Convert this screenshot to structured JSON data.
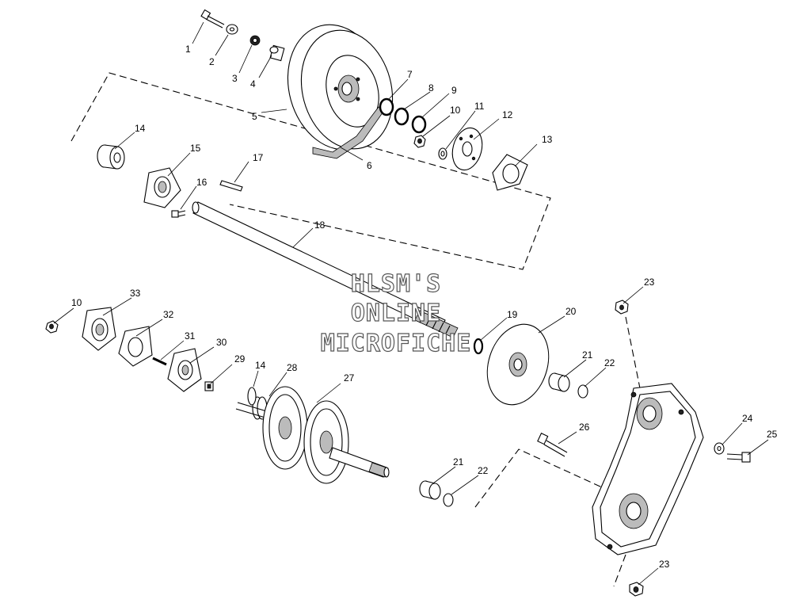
{
  "watermark": {
    "line1": "HLSM'S",
    "line2": "ONLINE",
    "line3": "MICROFICHE"
  },
  "callouts": {
    "c1": "1",
    "c2": "2",
    "c3": "3",
    "c4": "4",
    "c5": "5",
    "c6": "6",
    "c7": "7",
    "c8": "8",
    "c9": "9",
    "c10a": "10",
    "c11": "11",
    "c12": "12",
    "c13": "13",
    "c14a": "14",
    "c15": "15",
    "c16": "16",
    "c17": "17",
    "c18": "18",
    "c23a": "23",
    "c10b": "10",
    "c33": "33",
    "c32": "32",
    "c31": "31",
    "c30": "30",
    "c19": "19",
    "c20": "20",
    "c21a": "21",
    "c22a": "22",
    "c29": "29",
    "c14b": "14",
    "c28": "28",
    "c27": "27",
    "c26": "26",
    "c24": "24",
    "c25": "25",
    "c21b": "21",
    "c22b": "22",
    "c23b": "23"
  }
}
